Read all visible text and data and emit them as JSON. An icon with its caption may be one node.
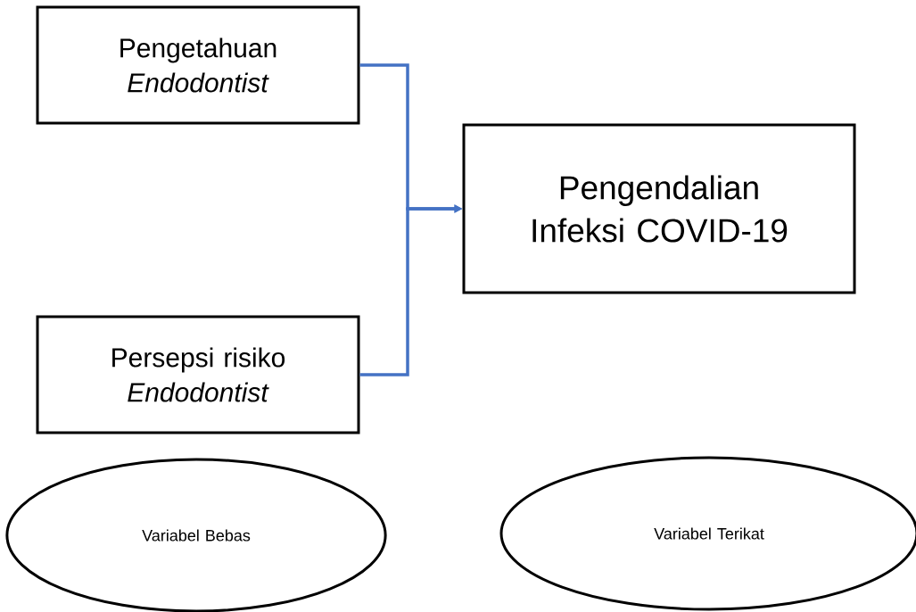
{
  "diagram": {
    "nodes": [
      {
        "text": [
          "Pengetahuan *Endodontist*"
        ]
      },
      {
        "text": [
          "Pengendalian Infeksi COVID-19"
        ]
      },
      {
        "text": [
          "Persepsi risiko *Endodontist*"
        ]
      },
      {
        "text": [
          "Variabel Bebas"
        ]
      },
      {
        "text": [
          "Variabel Terikat"
        ]
      }
    ],
    "edges": [
      {
        "from": 0,
        "to": 1,
        "arrow": "to",
        "color": "#4472c4"
      },
      {
        "from": 2,
        "to": 1,
        "arrow": "to",
        "color": "#4472c4"
      }
    ]
  }
}
